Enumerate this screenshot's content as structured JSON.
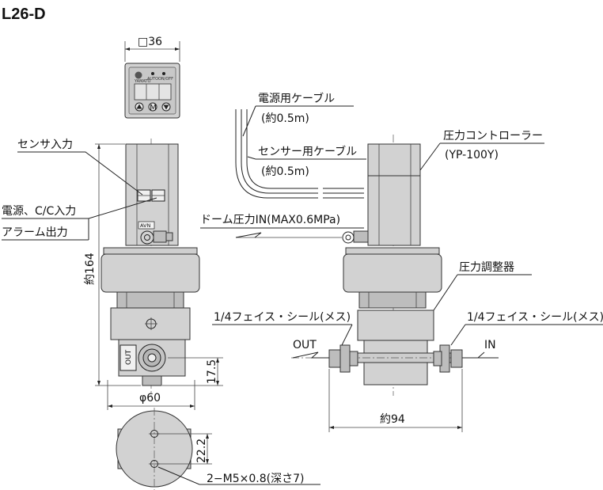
{
  "title": "L26-D",
  "labels": {
    "sensor_input": "センサ入力",
    "power_cc_input": "電源、C/C入力",
    "alarm_output": "アラーム出力",
    "power_cable": "電源用ケーブル",
    "power_cable_len": "(約0.5m)",
    "sensor_cable": "センサー用ケーブル",
    "sensor_cable_len": "(約0.5m)",
    "pressure_controller": "圧力コントローラー",
    "controller_model": "(YP-100Y)",
    "dome_pressure_in": "ドーム圧力IN(MAX0.6MPa)",
    "pressure_regulator": "圧力調整器",
    "face_seal_left": "1/4フェイス・シール(メス)",
    "face_seal_right": "1/4フェイス・シール(メス)",
    "out": "OUT",
    "in": "IN",
    "port_out": "OUT",
    "holes": "2−M5×0.8(深さ7)",
    "panel_mark": "M",
    "panel_brand": "YAMATO",
    "panel_auto": "AUTO",
    "panel_onoff": "ON/OFF",
    "avn": "AVN"
  },
  "dimensions": {
    "square": "□36",
    "height": "約164",
    "dia": "φ60",
    "port_height": "17.5",
    "width": "約94",
    "hole_pitch": "22.2"
  }
}
